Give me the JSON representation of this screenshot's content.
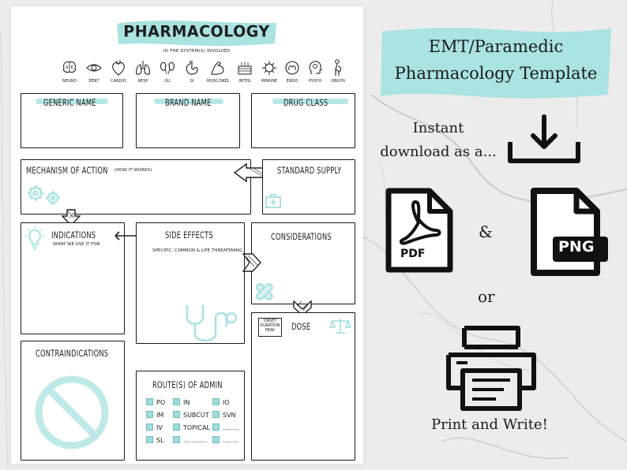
{
  "worksheet": {
    "title": "PHARMACOLOGY",
    "subtitle": "ID THE SYSTEM(S) INVOLVED",
    "systems": [
      "NEURO",
      "EENT",
      "CARDIO",
      "RESP",
      "GU",
      "GI",
      "MUSC/SKEL",
      "INTEG",
      "IMMUNE",
      "ENDO",
      "PSYCH",
      "OBGYN"
    ],
    "boxes": {
      "generic_name": "GENERIC NAME",
      "brand_name": "BRAND NAME",
      "drug_class": "DRUG CLASS",
      "mechanism": "MECHANISM OF ACTION",
      "mechanism_sub": "(HOW IT WORKS)",
      "standard_supply": "STANDARD SUPPLY",
      "indications": "INDICATIONS",
      "indications_sub": "WHAT WE USE IT FOR",
      "side_effects": "SIDE EFFECTS",
      "side_effects_sub": "SPECIFIC, COMMON & LIFE THREATENING",
      "considerations": "CONSIDERATIONS",
      "dose": "DOSE",
      "dose_tag": "ONSET DURATION PEAK",
      "contraindications": "CONTRAINDICATIONS",
      "routes": "ROUTE(S) OF ADMIN"
    },
    "routes": [
      [
        "PO",
        "IN",
        "IO"
      ],
      [
        "IM",
        "SUBCUT",
        "SVN"
      ],
      [
        "IV",
        "TOPICAL",
        "........"
      ],
      [
        "SL",
        "............",
        "........"
      ]
    ]
  },
  "promo": {
    "title_line1": "EMT/Paramedic",
    "title_line2": "Pharmacology Template",
    "instant_line1": "Instant",
    "instant_line2": "download as a...",
    "pdf_label": "PDF",
    "png_label": "PNG",
    "amp": "&",
    "or": "or",
    "print_write": "Print and Write!"
  },
  "colors": {
    "accent": "#a9e3e2",
    "ink": "#1a1a1a"
  }
}
